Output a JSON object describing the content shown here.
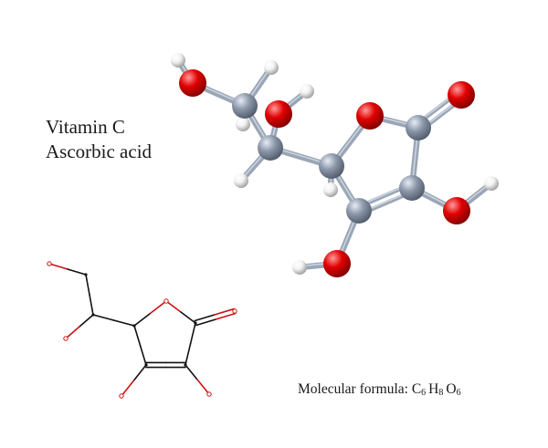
{
  "title": {
    "line1": "Vitamin C",
    "line2": "Ascorbic acid"
  },
  "formula": {
    "label": "Molecular formula:",
    "elements": [
      {
        "symbol": "C",
        "count": "6"
      },
      {
        "symbol": "H",
        "count": "8"
      },
      {
        "symbol": "O",
        "count": "6"
      }
    ]
  },
  "colors": {
    "carbon": "#8c98aa",
    "oxygen": "#e10000",
    "hydrogen": "#f2f2f2",
    "bond": "#9aa6b6",
    "skeletal_carbon_bond": "#111111",
    "skeletal_oxygen_bond": "#cc1111"
  },
  "ball_and_stick_model": {
    "atoms": [
      {
        "id": "H1",
        "el": "H"
      },
      {
        "id": "O1",
        "el": "O"
      },
      {
        "id": "H2",
        "el": "H"
      },
      {
        "id": "C1",
        "el": "C"
      },
      {
        "id": "H3",
        "el": "H"
      },
      {
        "id": "H4",
        "el": "H"
      },
      {
        "id": "O2",
        "el": "O"
      },
      {
        "id": "C2",
        "el": "C"
      },
      {
        "id": "H5",
        "el": "H"
      },
      {
        "id": "C3",
        "el": "C"
      },
      {
        "id": "H6",
        "el": "H"
      },
      {
        "id": "O3",
        "el": "O"
      },
      {
        "id": "C4",
        "el": "C"
      },
      {
        "id": "O4",
        "el": "O"
      },
      {
        "id": "C5",
        "el": "C"
      },
      {
        "id": "C6",
        "el": "C"
      },
      {
        "id": "O5",
        "el": "O"
      },
      {
        "id": "H7",
        "el": "H"
      },
      {
        "id": "O6",
        "el": "O"
      },
      {
        "id": "H8",
        "el": "H"
      }
    ],
    "bonds": [
      {
        "a": "H1",
        "b": "O1"
      },
      {
        "a": "O1",
        "b": "C1"
      },
      {
        "a": "C1",
        "b": "H2"
      },
      {
        "a": "C1",
        "b": "H3"
      },
      {
        "a": "C1",
        "b": "C2"
      },
      {
        "a": "H4",
        "b": "O2"
      },
      {
        "a": "O2",
        "b": "C2"
      },
      {
        "a": "C2",
        "b": "H5"
      },
      {
        "a": "C2",
        "b": "C3"
      },
      {
        "a": "C3",
        "b": "H6"
      },
      {
        "a": "C3",
        "b": "O3"
      },
      {
        "a": "O3",
        "b": "C4"
      },
      {
        "a": "C4",
        "b": "O4",
        "order": 2
      },
      {
        "a": "C4",
        "b": "C5"
      },
      {
        "a": "C5",
        "b": "O5"
      },
      {
        "a": "O5",
        "b": "H7"
      },
      {
        "a": "C5",
        "b": "C6",
        "order": 2
      },
      {
        "a": "C6",
        "b": "C3"
      },
      {
        "a": "C6",
        "b": "O6"
      },
      {
        "a": "O6",
        "b": "H8"
      }
    ]
  },
  "skeletal_formula": {
    "atoms": [
      {
        "id": "Oa",
        "el": "O"
      },
      {
        "id": "Ca",
        "el": "C"
      },
      {
        "id": "Cb",
        "el": "C"
      },
      {
        "id": "Ob",
        "el": "O"
      },
      {
        "id": "Cc",
        "el": "C"
      },
      {
        "id": "Oc",
        "el": "O"
      },
      {
        "id": "Cd",
        "el": "C"
      },
      {
        "id": "Od",
        "el": "O"
      },
      {
        "id": "Ce",
        "el": "C"
      },
      {
        "id": "Cf",
        "el": "C"
      },
      {
        "id": "Oe",
        "el": "O"
      },
      {
        "id": "Of",
        "el": "O"
      }
    ],
    "bonds": [
      {
        "a": "Oa",
        "b": "Ca"
      },
      {
        "a": "Ca",
        "b": "Cb"
      },
      {
        "a": "Cb",
        "b": "Ob"
      },
      {
        "a": "Cb",
        "b": "Cc"
      },
      {
        "a": "Cc",
        "b": "Oc"
      },
      {
        "a": "Oc",
        "b": "Cd"
      },
      {
        "a": "Cd",
        "b": "Od",
        "order": 2
      },
      {
        "a": "Cd",
        "b": "Cf"
      },
      {
        "a": "Cf",
        "b": "Ce",
        "order": 2
      },
      {
        "a": "Ce",
        "b": "Cc"
      },
      {
        "a": "Ce",
        "b": "Oe"
      },
      {
        "a": "Cf",
        "b": "Of"
      }
    ]
  }
}
